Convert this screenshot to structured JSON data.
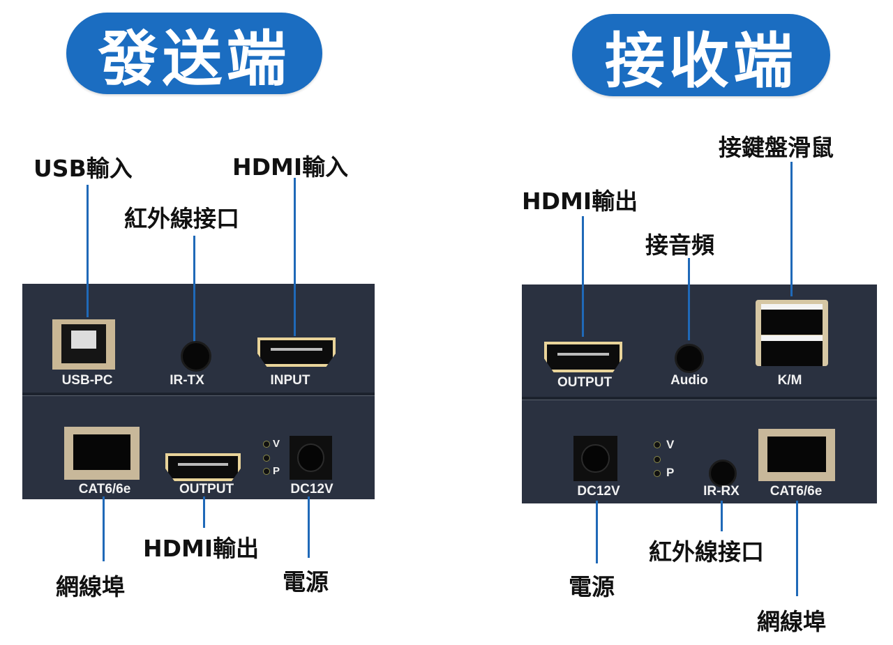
{
  "transmitter": {
    "title": "發送端",
    "callouts": {
      "usb_in": "USB輸入",
      "ir_port": "紅外線接口",
      "hdmi_in": "HDMI輸入",
      "lan_port": "網線埠",
      "hdmi_out": "HDMI輸出",
      "power": "電源"
    },
    "ports": {
      "usb": "USB-PC",
      "ir": "IR-TX",
      "hdmi_in": "INPUT",
      "lan": "CAT6/6e",
      "hdmi_out": "OUTPUT",
      "dc": "DC12V",
      "led_v": "V",
      "led_p": "P"
    }
  },
  "receiver": {
    "title": "接收端",
    "callouts": {
      "km": "接鍵盤滑鼠",
      "hdmi_out": "HDMI輸出",
      "audio": "接音頻",
      "power": "電源",
      "ir_port": "紅外線接口",
      "lan_port": "網線埠"
    },
    "ports": {
      "hdmi_out": "OUTPUT",
      "audio": "Audio",
      "km": "K/M",
      "dc": "DC12V",
      "ir": "IR-RX",
      "lan": "CAT6/6e",
      "led_v": "V",
      "led_p": "P"
    }
  }
}
